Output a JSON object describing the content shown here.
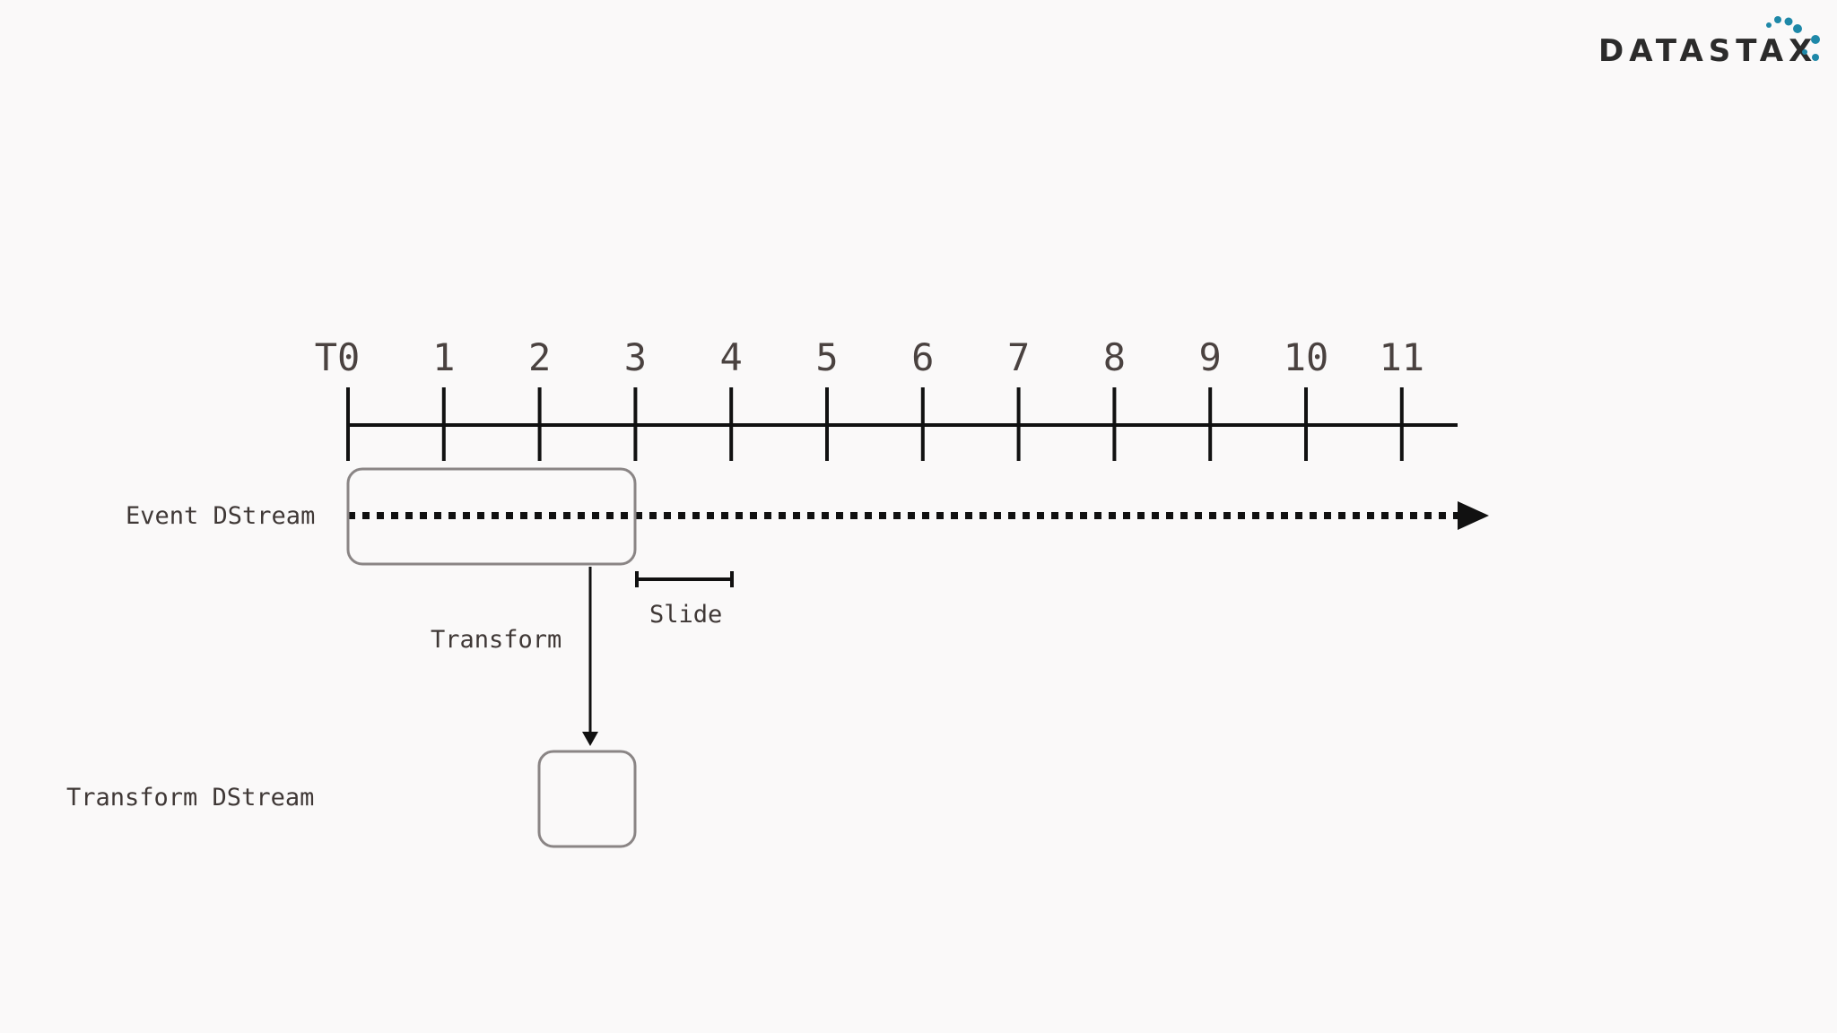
{
  "brand": {
    "logo_text": "DATASTAX",
    "accent_color": "#1e88a8"
  },
  "timeline": {
    "ticks": [
      "T0",
      "1",
      "2",
      "3",
      "4",
      "5",
      "6",
      "7",
      "8",
      "9",
      "10",
      "11"
    ]
  },
  "labels": {
    "event_dstream": "Event DStream",
    "transform_dstream": "Transform DStream",
    "transform": "Transform",
    "slide": "Slide"
  },
  "colors": {
    "line": "#111111",
    "box_stroke": "#8a8585",
    "text": "#4a4240",
    "background": "#faf9f9"
  }
}
